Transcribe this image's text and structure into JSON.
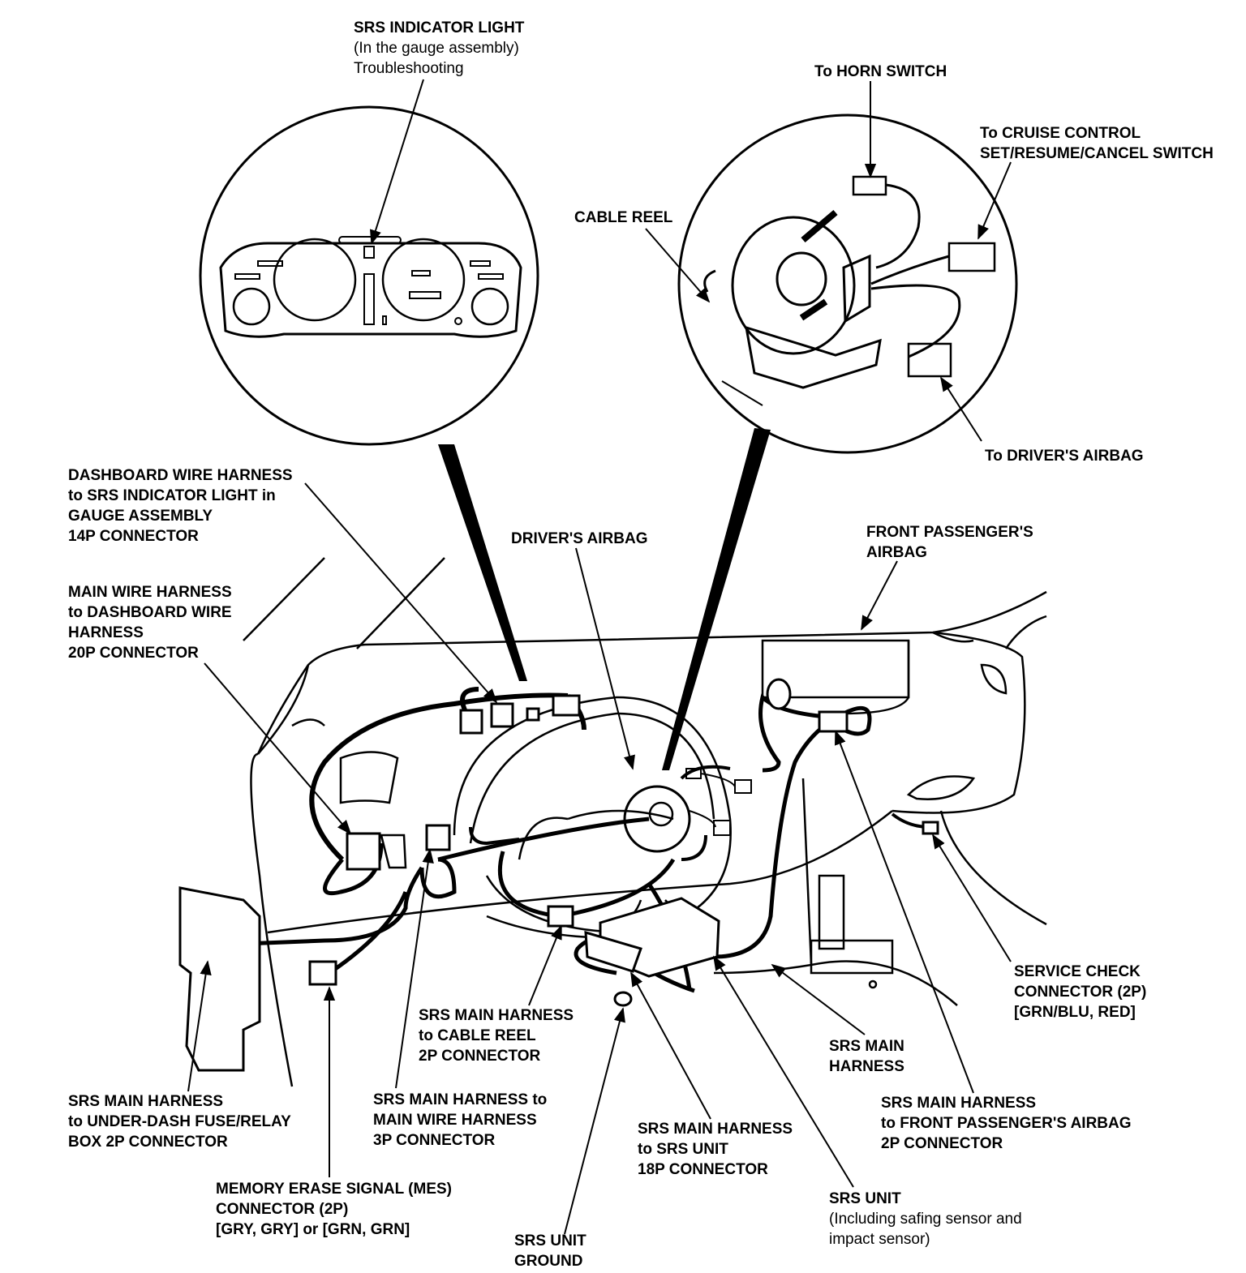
{
  "labels": {
    "srs_indicator": {
      "title": "SRS INDICATOR LIGHT",
      "sub1": "(In the gauge assembly)",
      "sub2": "Troubleshooting"
    },
    "horn_switch": {
      "l1": "To HORN SWITCH"
    },
    "cruise_control": {
      "l1": "To CRUISE CONTROL",
      "l2": "SET/RESUME/CANCEL SWITCH"
    },
    "cable_reel": {
      "l1": "CABLE REEL"
    },
    "drivers_airbag_conn": {
      "l1": "To DRIVER'S AIRBAG"
    },
    "dashboard_harness": {
      "l1": "DASHBOARD WIRE HARNESS",
      "l2": "to SRS INDICATOR LIGHT in",
      "l3": "GAUGE ASSEMBLY",
      "l4": "14P CONNECTOR"
    },
    "main_wire_harness": {
      "l1": "MAIN WIRE HARNESS",
      "l2": "to DASHBOARD WIRE",
      "l3": "HARNESS",
      "l4": "20P CONNECTOR"
    },
    "drivers_airbag": {
      "l1": "DRIVER'S AIRBAG"
    },
    "front_passenger_airbag": {
      "l1": "FRONT PASSENGER'S",
      "l2": "AIRBAG"
    },
    "service_check": {
      "l1": "SERVICE CHECK",
      "l2": "CONNECTOR (2P)",
      "l3": "[GRN/BLU, RED]"
    },
    "srs_main_cable_reel": {
      "l1": "SRS MAIN HARNESS",
      "l2": "to CABLE REEL",
      "l3": "2P CONNECTOR"
    },
    "srs_main_harness": {
      "l1": "SRS MAIN",
      "l2": "HARNESS"
    },
    "srs_main_fuse_box": {
      "l1": "SRS MAIN HARNESS",
      "l2": "to UNDER-DASH FUSE/RELAY",
      "l3": "BOX 2P CONNECTOR"
    },
    "srs_main_3p": {
      "l1": "SRS MAIN HARNESS to",
      "l2": "MAIN WIRE HARNESS",
      "l3": "3P CONNECTOR"
    },
    "srs_main_18p": {
      "l1": "SRS MAIN HARNESS",
      "l2": "to SRS UNIT",
      "l3": "18P CONNECTOR"
    },
    "srs_main_passenger": {
      "l1": "SRS MAIN HARNESS",
      "l2": "to FRONT PASSENGER'S AIRBAG",
      "l3": "2P CONNECTOR"
    },
    "mes_connector": {
      "l1": "MEMORY ERASE SIGNAL (MES)",
      "l2": "CONNECTOR (2P)",
      "l3": "[GRY, GRY] or [GRN, GRN]"
    },
    "srs_unit": {
      "title": "SRS UNIT",
      "sub1": "(Including safing sensor and",
      "sub2": "impact sensor)"
    },
    "srs_unit_ground": {
      "l1": "SRS UNIT",
      "l2": "GROUND"
    }
  }
}
